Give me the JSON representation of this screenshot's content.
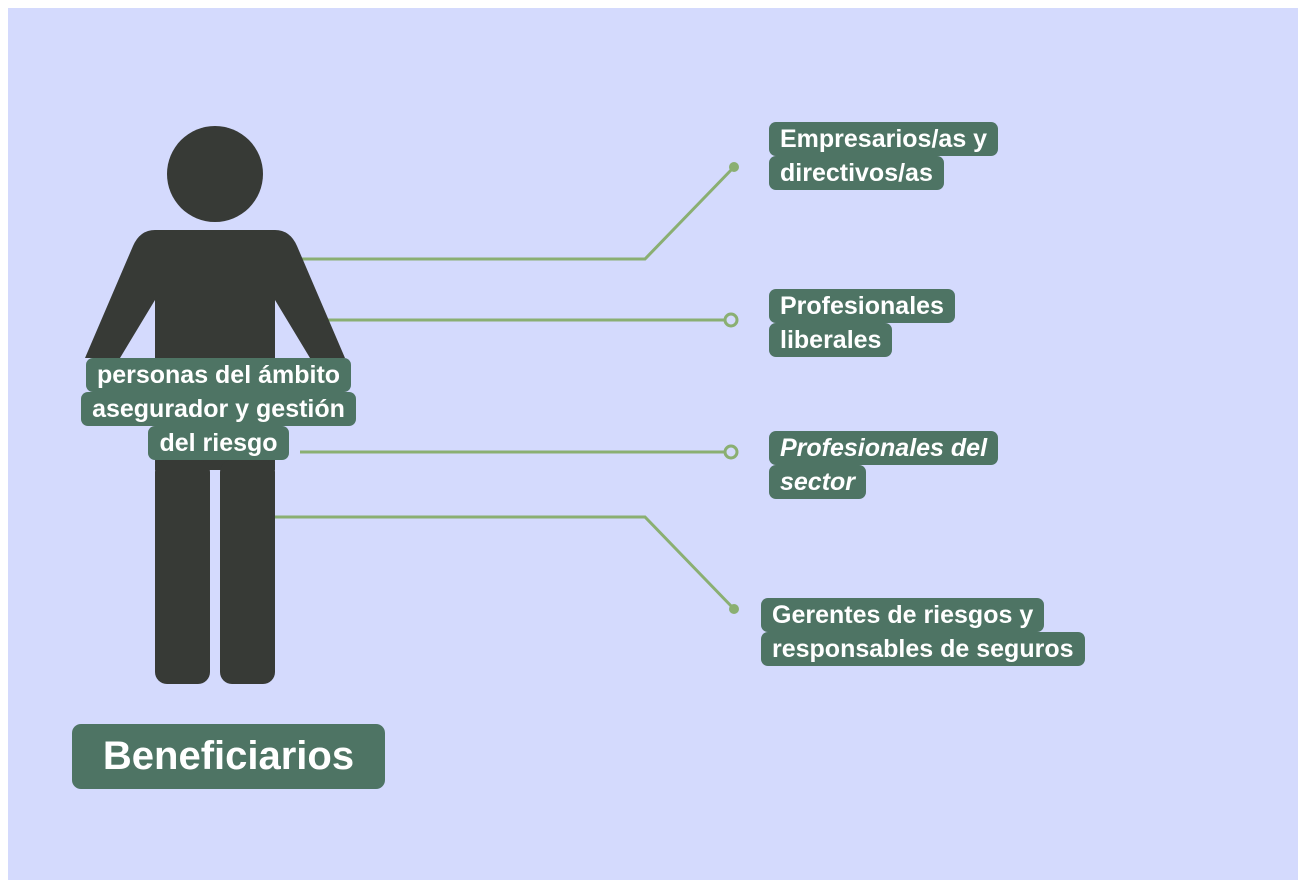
{
  "center_label": [
    "personas del ámbito",
    "asegurador y gestión",
    "del riesgo"
  ],
  "title": "Beneficiarios",
  "branches": [
    {
      "lines": [
        "Empresarios/as y",
        "directivos/as"
      ],
      "italic": false
    },
    {
      "lines": [
        "Profesionales",
        "liberales"
      ],
      "italic": false
    },
    {
      "lines": [
        "Profesionales del",
        "sector"
      ],
      "italic": true
    },
    {
      "lines": [
        "Gerentes de riesgos y",
        "responsables de seguros"
      ],
      "italic": false
    }
  ],
  "colors": {
    "background": "#d4dafd",
    "figure": "#373a36",
    "label_bg": "#4e7464",
    "connector": "#8aaf72",
    "text": "#ffffff"
  },
  "icons": [
    "person-figure-icon"
  ]
}
